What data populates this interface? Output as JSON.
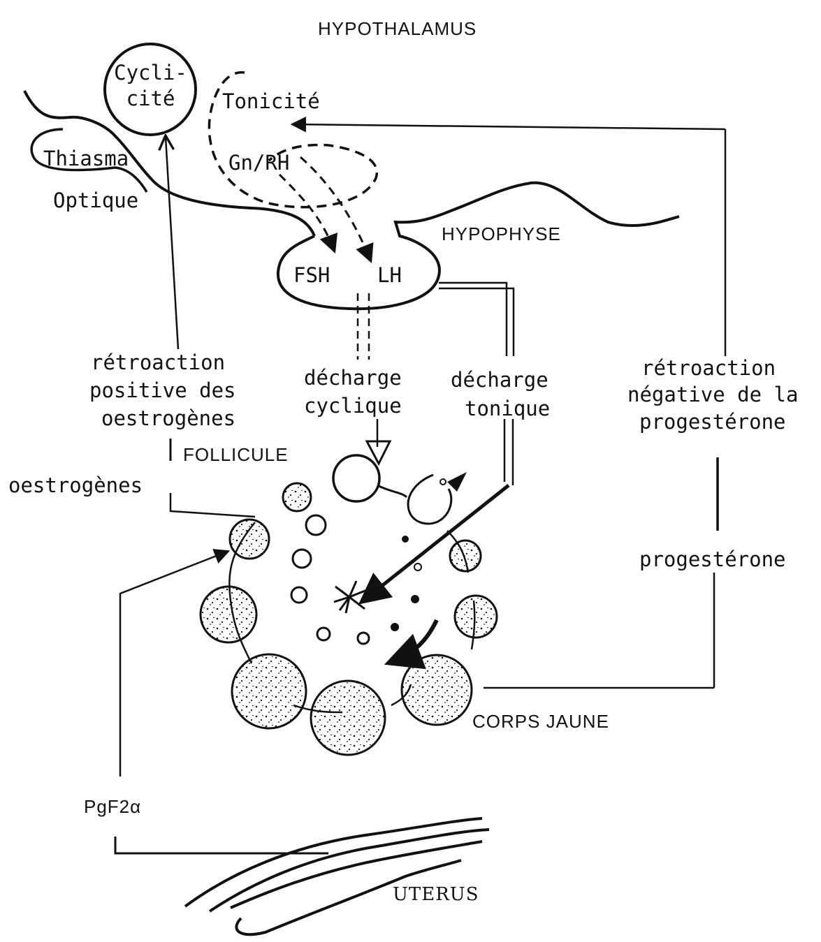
{
  "labels": {
    "hypothalamus": "HYPOTHALAMUS",
    "cyclicite_1": "Cycli-",
    "cyclicite_2": "cité",
    "tonicite": "Tonicité",
    "thiasma": "Thiasma",
    "optique": "Optique",
    "gnrh": "Gn/RH",
    "hypophyse": "HYPOPHYSE",
    "fsh": "FSH",
    "lh": "LH",
    "retro_pos_1": "rétroaction",
    "retro_pos_2": "positive des",
    "retro_pos_3": "oestrogènes",
    "decharge_cyc_1": "décharge",
    "decharge_cyc_2": "cyclique",
    "decharge_ton_1": "décharge",
    "decharge_ton_2": "tonique",
    "retro_neg_1": "rétroaction",
    "retro_neg_2": "négative de la",
    "retro_neg_3": "progestérone",
    "follicule": "FOLLICULE",
    "oestrogenes": "oestrogènes",
    "progesterone": "progestérone",
    "corps_jaune": "CORPS JAUNE",
    "pgf2a": "PgF2α",
    "uterus": "UTERUS"
  },
  "colors": {
    "ink": "#111111",
    "paper": "#ffffff"
  }
}
